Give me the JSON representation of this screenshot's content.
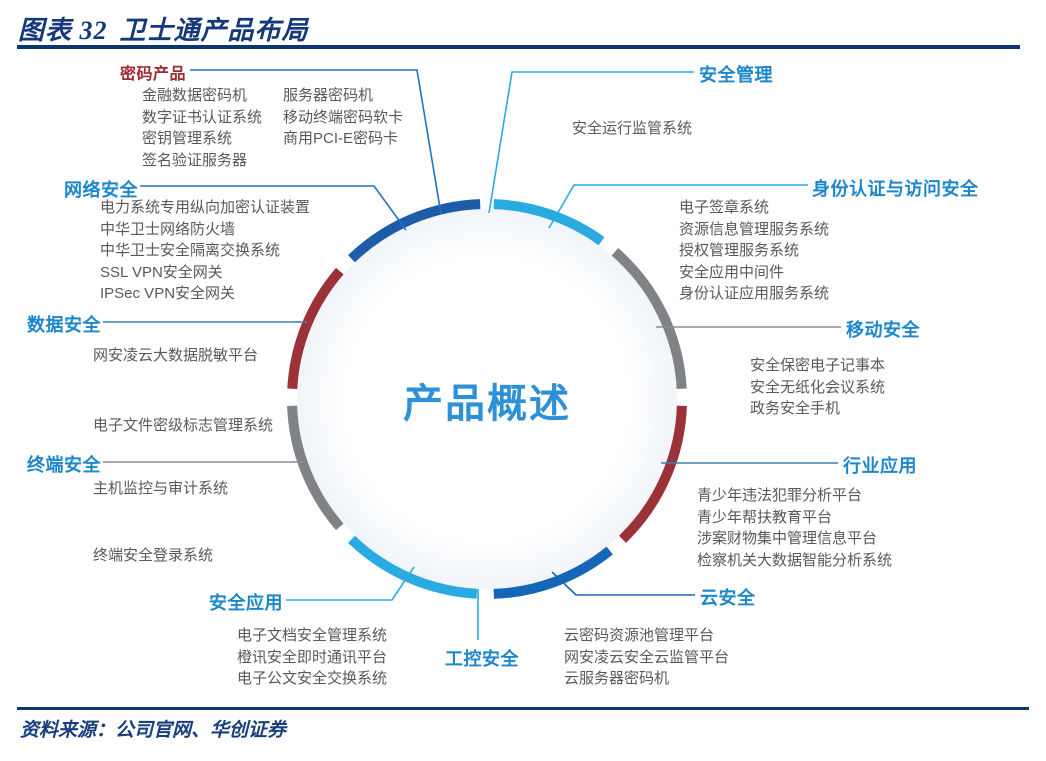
{
  "figure": {
    "label": "图表 32",
    "title": "卫士通产品布局"
  },
  "center": {
    "label": "产品概述"
  },
  "source": {
    "text": "资料来源：公司官网、华创证券"
  },
  "colors": {
    "arc_navy": "#1d5ca8",
    "arc_cyan": "#29abe2",
    "arc_gray": "#808285",
    "arc_red": "#9b3139",
    "arc_blue": "#1566b7",
    "conn_navy": "#2173c4",
    "conn_cyan": "#29abe2",
    "conn_gray": "#8a8d8f",
    "conn_steel": "#3b82b0",
    "conn_blue": "#1566b7",
    "heading_blue": "#1e87cb",
    "heading_red": "#9e2b31",
    "item_text": "#58595b",
    "title_navy": "#14387a",
    "center_blue": "#2e90d6"
  },
  "categories": [
    {
      "label": "密码产品",
      "items_col1": [
        "金融数据密码机",
        "数字证书认证系统",
        "密钥管理系统",
        "签名验证服务器"
      ],
      "items_col2": [
        "服务器密码机",
        "移动终端密码软卡",
        "商用PCI-E密码卡"
      ]
    },
    {
      "label": "网络安全",
      "items": [
        "电力系统专用纵向加密认证装置",
        "中华卫士网络防火墙",
        "中华卫士安全隔离交换系统",
        "SSL VPN安全网关",
        "IPSec VPN安全网关"
      ]
    },
    {
      "label": "数据安全",
      "items": [
        "网安凌云大数据脱敏平台"
      ],
      "items2": [
        "电子文件密级标志管理系统"
      ]
    },
    {
      "label": "终端安全",
      "items": [
        "主机监控与审计系统"
      ],
      "items2": [
        "终端安全登录系统"
      ]
    },
    {
      "label": "安全应用",
      "items": [
        "电子文档安全管理系统",
        "橙讯安全即时通讯平台",
        "电子公文安全交换系统"
      ]
    },
    {
      "label": "工控安全",
      "items": []
    },
    {
      "label": "安全管理",
      "items": [
        "安全运行监管系统"
      ]
    },
    {
      "label": "身份认证与访问安全",
      "items": [
        "电子签章系统",
        "资源信息管理服务系统",
        "授权管理服务系统",
        "安全应用中间件",
        "身份认证应用服务系统"
      ]
    },
    {
      "label": "移动安全",
      "items": [
        "安全保密电子记事本",
        "安全无纸化会议系统",
        "政务安全手机"
      ]
    },
    {
      "label": "行业应用",
      "items": [
        "青少年违法犯罪分析平台",
        "青少年帮扶教育平台",
        "涉案财物集中管理信息平台",
        "检察机关大数据智能分析系统"
      ]
    },
    {
      "label": "云安全",
      "items": [
        "云密码资源池管理平台",
        "网安凌云安全云监管平台",
        "云服务器密码机"
      ]
    }
  ]
}
